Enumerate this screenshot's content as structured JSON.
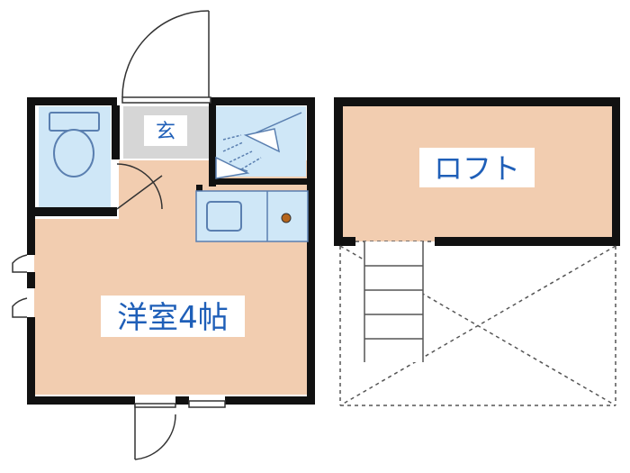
{
  "floor_plan": {
    "rooms": {
      "main": {
        "label": "洋室4帖",
        "fill": "#f2cdb0"
      },
      "loft": {
        "label": "ロフト",
        "fill": "#f2cdb0"
      },
      "entrance": {
        "label": "玄",
        "fill": "#d6d6d6"
      },
      "toilet": {
        "fill": "#cfe7f7"
      },
      "shower": {
        "fill": "#cfe7f7"
      },
      "kitchen": {
        "fill": "#cfe7f7"
      }
    },
    "colors": {
      "wall": "#111111",
      "label": "#1f5fb8",
      "fixture_line": "#5a7fb0",
      "dashed": "#555555"
    },
    "icons": [
      "door-swing-icon",
      "toilet-icon",
      "sink-icon",
      "shower-icon",
      "stove-icon",
      "ladder-icon"
    ]
  }
}
